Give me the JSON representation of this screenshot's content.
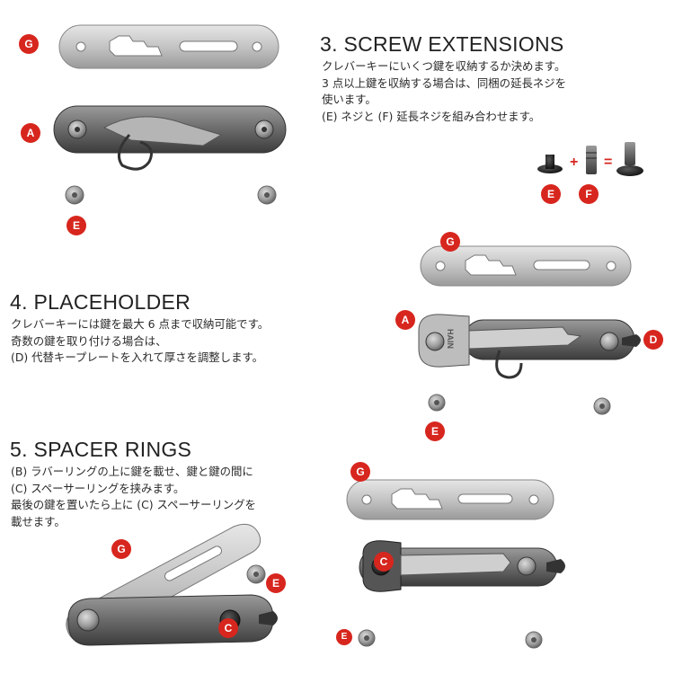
{
  "sections": {
    "screw": {
      "title": "3. SCREW EXTENSIONS",
      "lines": [
        "クレバーキーにいくつ鍵を収納するか決めます。",
        "3 点以上鍵を収納する場合は、同梱の延長ネジを",
        "使います。",
        "(E) ネジと (F) 延長ネジを組み合わせます。"
      ]
    },
    "placeholder": {
      "title": "4. PLACEHOLDER",
      "lines": [
        "クレバーキーには鍵を最大 6 点まで収納可能です。",
        "奇数の鍵を取り付ける場合は、",
        "(D) 代替キープレートを入れて厚さを調整します。"
      ]
    },
    "spacer": {
      "title": "5. SPACER RINGS",
      "lines": [
        "(B) ラバーリングの上に鍵を載せ、鍵と鍵の間に",
        "(C) スペーサーリングを挟みます。",
        "最後の鍵を置いたら上に (C) スペーサーリングを",
        "載せます。"
      ]
    }
  },
  "equation": {
    "plus": "+",
    "equals": "="
  },
  "key_stamp": "HAIN",
  "badges": {
    "g": "G",
    "a": "A",
    "d": "D",
    "e": "E",
    "f": "F",
    "c": "C"
  },
  "colors": {
    "badge": "#d7261e",
    "metal": "#c9c9c9",
    "dark_metal": "#5a5a5a",
    "text": "#2a2a2a"
  },
  "icons": [
    "screw-head-icon",
    "screw-extension-icon",
    "spacer-ring-icon",
    "key-plate-icon"
  ]
}
